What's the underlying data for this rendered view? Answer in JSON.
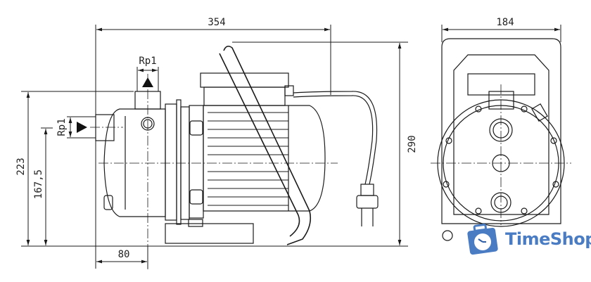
{
  "dimensions": {
    "overall_length": "354",
    "overall_height": "290",
    "width": "184",
    "outlet_height": "223",
    "inlet_height": "167,5",
    "base_offset": "80",
    "outlet_thread": "Rp1",
    "inlet_thread": "Rp1"
  },
  "watermark": {
    "brand": "TimeShop",
    "color": "#4a7cc4"
  }
}
